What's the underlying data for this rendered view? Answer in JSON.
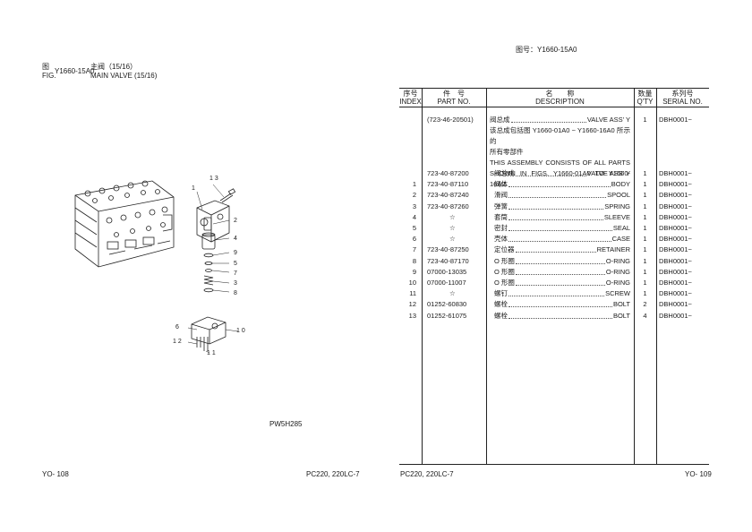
{
  "right_header": {
    "label": "图号：",
    "code": "Y1660-15A0"
  },
  "fig": {
    "cn_label": "图",
    "en_label": "FIG.",
    "number": "Y1660-15A0",
    "title_cn": "主阀（15/16）",
    "title_en": "MAIN VALVE (15/16)"
  },
  "diagram": {
    "ref_code": "PW5H285",
    "callouts": [
      "1",
      "1 3",
      "2",
      "4",
      "9",
      "5",
      "7",
      "3",
      "8",
      "6",
      "1 0",
      "1 2",
      "1 1"
    ]
  },
  "footer": {
    "left_page": "YO- 108",
    "left_model": "PC220, 220LC-7",
    "right_model": "PC220, 220LC-7",
    "right_page": "YO- 109"
  },
  "table": {
    "headers": {
      "index_cn": "序号",
      "index_en": "INDEX",
      "part_cn": "件　号",
      "part_en": "PART NO.",
      "desc_cn": "名　　称",
      "desc_en": "DESCRIPTION",
      "qty_cn": "数量",
      "qty_en": "Q'TY",
      "serial_cn": "系列号",
      "serial_en": "SERIAL NO."
    },
    "assembly": {
      "part": "(723-46-20501)",
      "name_cn": "阀总成",
      "name_en": "VALVE ASS' Y",
      "qty": "1",
      "serial": "DBH0001~"
    },
    "note_lines": [
      "该总成包括图 Y1660-01A0 ~ Y1660-16A0 所示的",
      "所有零部件",
      "THIS ASSEMBLY CONSISTS OF ALL PARTS",
      "SHOWN IN FIGS. Y1660-01A0 TO Y1660-16A0."
    ],
    "rows": [
      {
        "index": "",
        "part": "723-40-87200",
        "name_cn": "阀总成",
        "name_en": "VALVE ASS' Y",
        "qty": "1",
        "serial": "DBH0001~"
      },
      {
        "index": "1",
        "part": "723-40-87110",
        "name_cn": "阀体",
        "name_en": "BODY",
        "qty": "1",
        "serial": "DBH0001~"
      },
      {
        "index": "2",
        "part": "723-40-87240",
        "name_cn": "滑阀",
        "name_en": "SPOOL",
        "qty": "1",
        "serial": "DBH0001~"
      },
      {
        "index": "3",
        "part": "723-40-87260",
        "name_cn": "弹簧",
        "name_en": "SPRING",
        "qty": "1",
        "serial": "DBH0001~"
      },
      {
        "index": "4",
        "part": "☆",
        "name_cn": "套筒",
        "name_en": "SLEEVE",
        "qty": "1",
        "serial": "DBH0001~"
      },
      {
        "index": "5",
        "part": "☆",
        "name_cn": "密封",
        "name_en": "SEAL",
        "qty": "1",
        "serial": "DBH0001~"
      },
      {
        "index": "6",
        "part": "☆",
        "name_cn": "壳体",
        "name_en": "CASE",
        "qty": "1",
        "serial": "DBH0001~"
      },
      {
        "index": "7",
        "part": "723-40-87250",
        "name_cn": "定位器",
        "name_en": "RETAINER",
        "qty": "1",
        "serial": "DBH0001~"
      },
      {
        "index": "8",
        "part": "723-40-87170",
        "name_cn": "O 形圈",
        "name_en": "O-RING",
        "qty": "1",
        "serial": "DBH0001~"
      },
      {
        "index": "9",
        "part": "07000-13035",
        "name_cn": "O 形圈",
        "name_en": "O-RING",
        "qty": "1",
        "serial": "DBH0001~"
      },
      {
        "index": "10",
        "part": "07000-11007",
        "name_cn": "O 形圈",
        "name_en": "O-RING",
        "qty": "1",
        "serial": "DBH0001~"
      },
      {
        "index": "11",
        "part": "☆",
        "name_cn": "螺钉",
        "name_en": "SCREW",
        "qty": "1",
        "serial": "DBH0001~"
      },
      {
        "index": "12",
        "part": "01252-60830",
        "name_cn": "螺栓",
        "name_en": "BOLT",
        "qty": "2",
        "serial": "DBH0001~"
      },
      {
        "index": "13",
        "part": "01252-61075",
        "name_cn": "螺栓",
        "name_en": "BOLT",
        "qty": "4",
        "serial": "DBH0001~"
      }
    ]
  }
}
